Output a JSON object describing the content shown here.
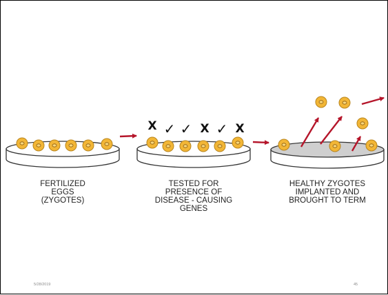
{
  "slide": {
    "footer_date": "5/28/2019",
    "page_number": "45"
  },
  "stages": [
    {
      "caption": "FERTILIZED\nEGGS\n(ZYGOTES)"
    },
    {
      "caption": "TESTED FOR\nPRESENCE OF\nDISEASE - CAUSING\nGENES",
      "marks": [
        "X",
        "✓",
        "✓",
        "X",
        "✓",
        "X"
      ]
    },
    {
      "caption": "HEALTHY ZYGOTES\nIMPLANTED AND\nBROUGHT TO TERM"
    }
  ],
  "colors": {
    "egg_fill": "#f2b636",
    "egg_stroke": "#b8841c",
    "arrow": "#b5152a",
    "dish_fill_empty": "#ffffff",
    "dish_fill_gray": "#cfcfcf"
  },
  "icons": [
    "check-icon",
    "x-icon",
    "arrow-icon",
    "zygote-icon",
    "petri-dish-icon"
  ]
}
